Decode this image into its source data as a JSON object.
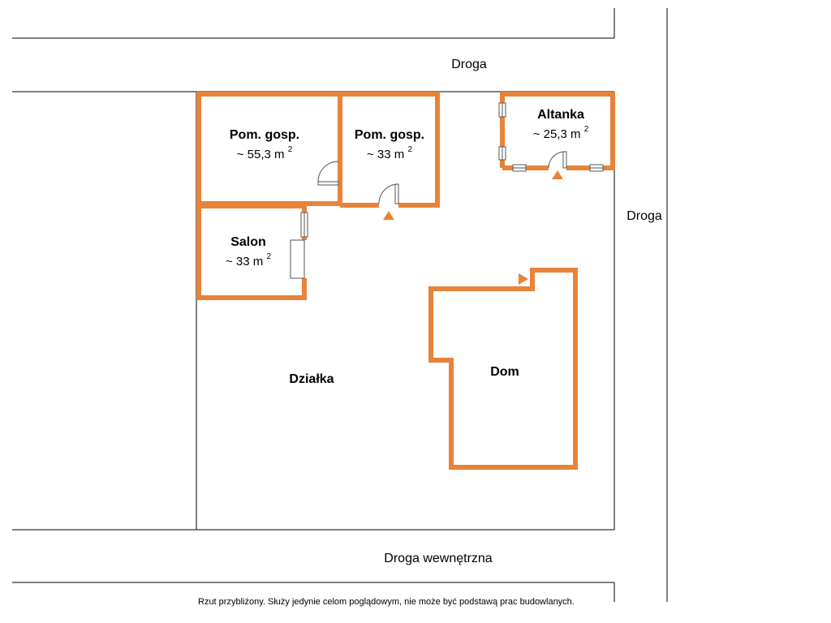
{
  "roads": {
    "top": "Droga",
    "right": "Droga",
    "bottom": "Droga wewnętrzna"
  },
  "rooms": {
    "pom_gosp_1": {
      "name": "Pom. gosp.",
      "area": "~ 55,3 m",
      "unit_exp": "2"
    },
    "pom_gosp_2": {
      "name": "Pom. gosp.",
      "area": "~ 33 m",
      "unit_exp": "2"
    },
    "altanka": {
      "name": "Altanka",
      "area": "~ 25,3 m",
      "unit_exp": "2"
    },
    "salon": {
      "name": "Salon",
      "area": "~ 33 m",
      "unit_exp": "2"
    },
    "dom": {
      "name": "Dom"
    }
  },
  "plot_label": "Działka",
  "disclaimer": "Rzut przybliżony. Służy jedynie celom poglądowym, nie może być podstawą prac budowlanych.",
  "colors": {
    "wall": "#E8833A",
    "line": "#000000",
    "window": "#555555"
  }
}
